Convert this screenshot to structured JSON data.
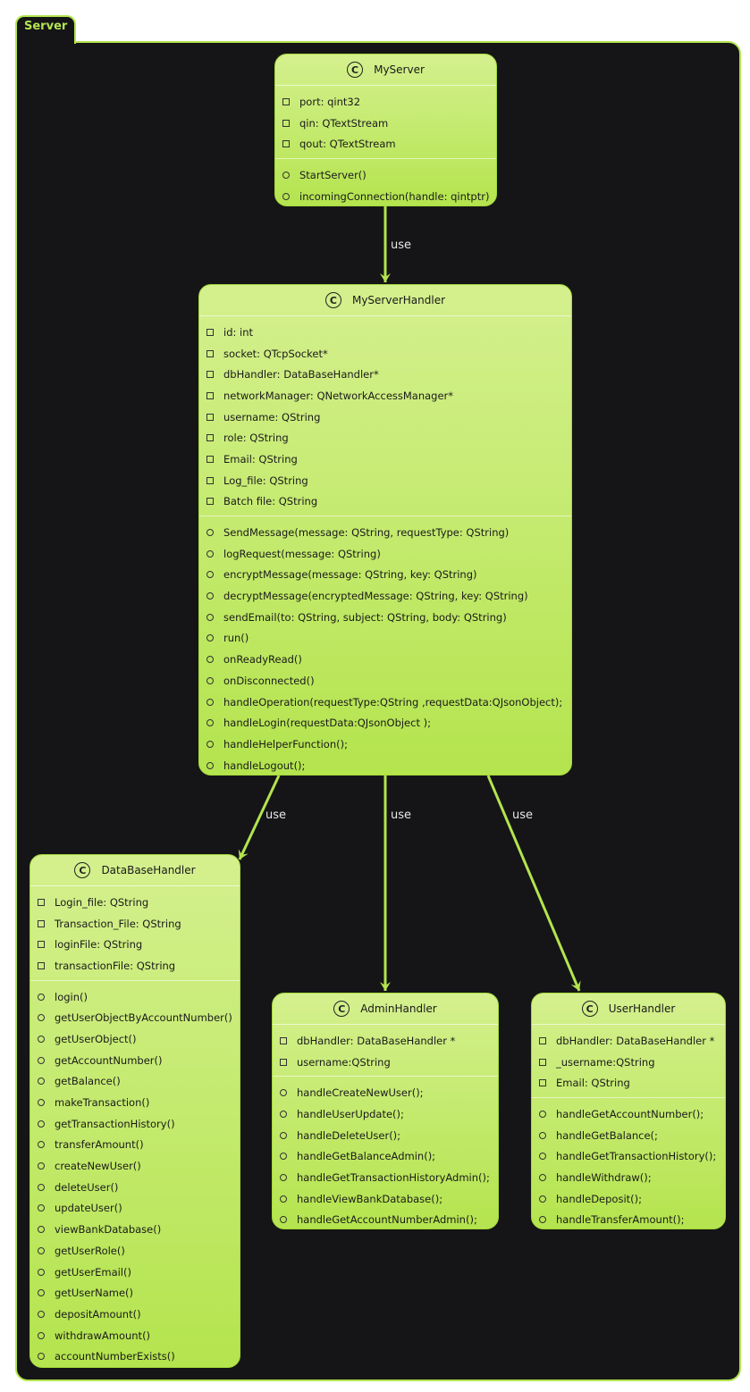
{
  "package": {
    "name": "Server"
  },
  "classes": {
    "my_server": {
      "name": "MyServer",
      "fields": [
        "port: qint32",
        "qin: QTextStream",
        "qout: QTextStream"
      ],
      "methods": [
        "StartServer()",
        "incomingConnection(handle: qintptr)"
      ]
    },
    "my_server_handler": {
      "name": "MyServerHandler",
      "fields": [
        "id: int",
        "socket: QTcpSocket*",
        "dbHandler: DataBaseHandler*",
        "networkManager: QNetworkAccessManager*",
        "username: QString",
        "role: QString",
        "Email: QString",
        "Log_file: QString",
        "Batch file: QString"
      ],
      "methods": [
        "SendMessage(message: QString, requestType: QString)",
        "logRequest(message: QString)",
        "encryptMessage(message: QString, key: QString)",
        "decryptMessage(encryptedMessage: QString, key: QString)",
        "sendEmail(to: QString, subject: QString, body: QString)",
        "run()",
        "onReadyRead()",
        "onDisconnected()",
        "handleOperation(requestType:QString ,requestData:QJsonObject);",
        "handleLogin(requestData:QJsonObject );",
        "handleHelperFunction();",
        "handleLogout();"
      ]
    },
    "database_handler": {
      "name": "DataBaseHandler",
      "fields": [
        "Login_file: QString",
        "Transaction_File: QString",
        "loginFile: QString",
        "transactionFile: QString"
      ],
      "methods": [
        "login()",
        "getUserObjectByAccountNumber()",
        "getUserObject()",
        "getAccountNumber()",
        "getBalance()",
        "makeTransaction()",
        "getTransactionHistory()",
        "transferAmount()",
        "createNewUser()",
        "deleteUser()",
        "updateUser()",
        "viewBankDatabase()",
        "getUserRole()",
        "getUserEmail()",
        "getUserName()",
        "depositAmount()",
        "withdrawAmount()",
        "accountNumberExists()"
      ]
    },
    "admin_handler": {
      "name": "AdminHandler",
      "fields": [
        "dbHandler: DataBaseHandler *",
        "username:QString"
      ],
      "methods": [
        "handleCreateNewUser();",
        "handleUserUpdate();",
        "handleDeleteUser();",
        "handleGetBalanceAdmin();",
        "handleGetTransactionHistoryAdmin();",
        "handleViewBankDatabase();",
        "handleGetAccountNumberAdmin();"
      ]
    },
    "user_handler": {
      "name": "UserHandler",
      "fields": [
        "dbHandler: DataBaseHandler *",
        "_username:QString",
        "Email: QString"
      ],
      "methods": [
        "handleGetAccountNumber();",
        "handleGetBalance(;",
        "handleGetTransactionHistory();",
        "handleWithdraw();",
        "handleDeposit();",
        "handleTransferAmount();"
      ]
    }
  },
  "edges": [
    {
      "from": "MyServer",
      "to": "MyServerHandler",
      "label": "use"
    },
    {
      "from": "MyServerHandler",
      "to": "DataBaseHandler",
      "label": "use"
    },
    {
      "from": "MyServerHandler",
      "to": "AdminHandler",
      "label": "use"
    },
    {
      "from": "MyServerHandler",
      "to": "UserHandler",
      "label": "use"
    }
  ],
  "icon_letter": "C",
  "colors": {
    "accent": "#b4e44e",
    "background": "#151517",
    "edge_label": "#e8e8e8"
  }
}
